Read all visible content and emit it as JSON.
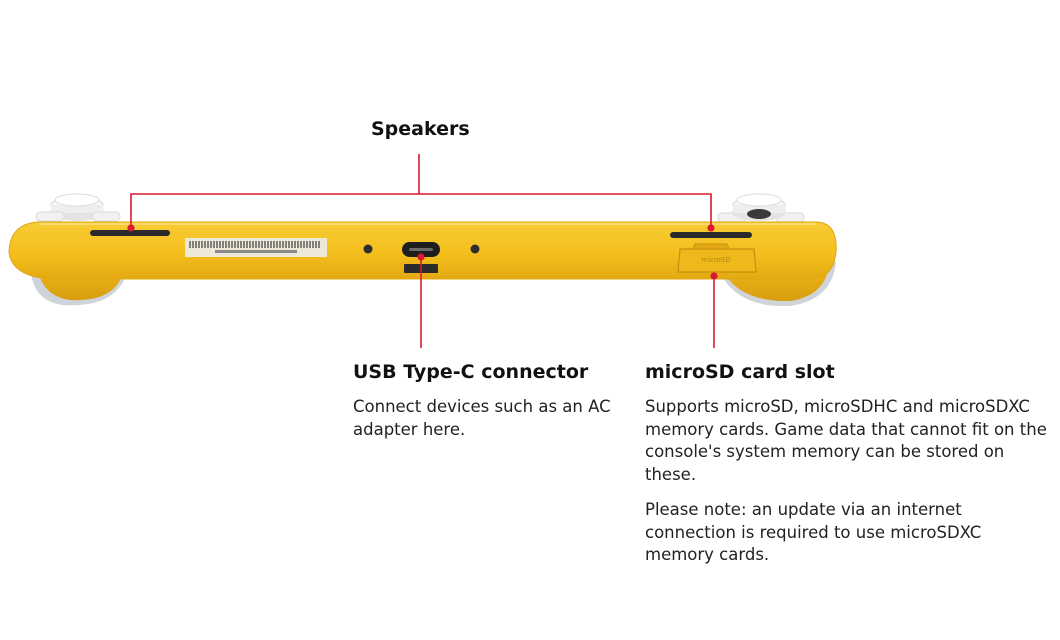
{
  "labels": {
    "speakers": {
      "title": "Speakers"
    },
    "usb": {
      "title": "USB Type-C connector",
      "description": "Connect devices such as an AC adapter here."
    },
    "microsd": {
      "title": "microSD card slot",
      "description": "Supports microSD, microSDHC and microSDXC memory cards. Game data that cannot fit on the console's system memory can be stored on these.",
      "note": "Please note: an update via an internet connection is required to use microSDXC memory cards."
    }
  },
  "colors": {
    "console_body": "#f6c21f",
    "console_shadow": "#d99d10",
    "callout_line": "#d8192f",
    "text": "#111111",
    "buttons": "#f2f2f2"
  },
  "icons": {
    "card_slot_cover_text": "microSD"
  }
}
